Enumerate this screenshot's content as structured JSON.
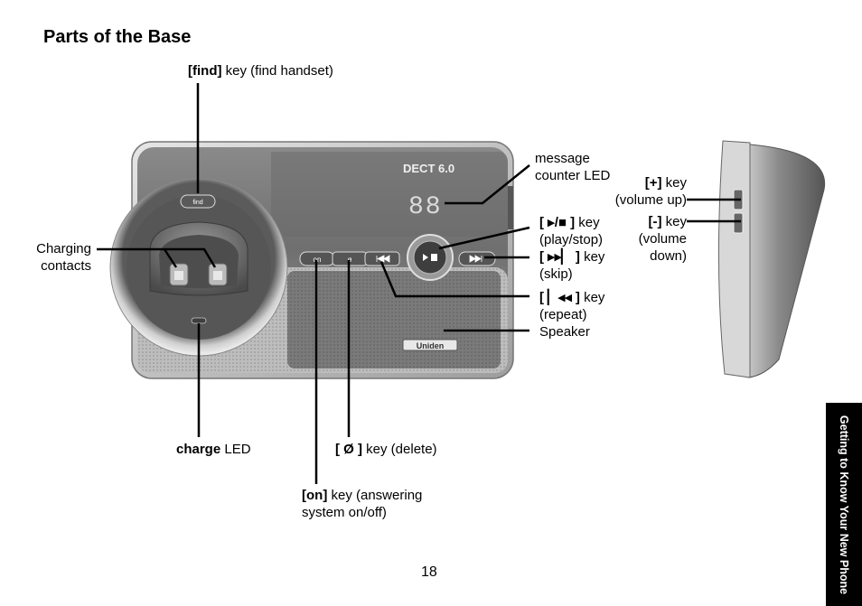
{
  "page": {
    "title": "Parts of the Base",
    "page_number": "18",
    "side_tab": "Getting to Know Your New Phone"
  },
  "device": {
    "brand_badge": "DECT 6.0",
    "counter_display": "88",
    "find_key": "find",
    "on_key": "on",
    "delete_key": "ø",
    "logo": "Uniden"
  },
  "labels": {
    "find": {
      "bold": "[find]",
      "text": " key (find handset)"
    },
    "charging_contacts": {
      "line1": "Charging",
      "line2": "contacts"
    },
    "charge_led": {
      "bold": "charge",
      "text": " LED"
    },
    "delete": {
      "bold": "[ Ø ]",
      "text": " key (delete)"
    },
    "on": {
      "bold": "[on]",
      "text": " key (answering",
      "line2": "system on/off)"
    },
    "message_counter": {
      "line1": "message",
      "line2": "counter LED"
    },
    "play_stop": {
      "bold": "[ ▸/■ ]",
      "text": " key",
      "line2": "(play/stop)"
    },
    "skip": {
      "bold": "[ ▸▸▏ ]",
      "text": " key",
      "line2": "(skip)"
    },
    "repeat": {
      "bold": "[ ▏◂◂ ]",
      "text": " key",
      "line2": "(repeat)"
    },
    "speaker": {
      "text": "Speaker"
    },
    "volume_up": {
      "bold": "[+]",
      "text": " key",
      "line2": "(volume up)"
    },
    "volume_down": {
      "bold": "[-]",
      "text": " key",
      "line2": "(volume",
      "line3": "down)"
    }
  }
}
